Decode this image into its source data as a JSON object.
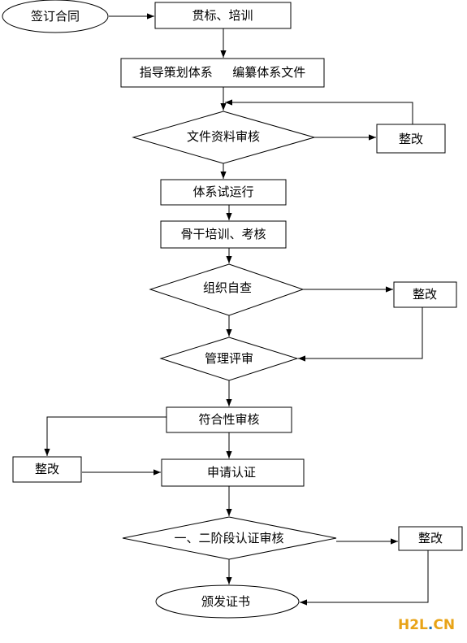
{
  "nodes": {
    "sign_contract": "签订合同",
    "implement_training": "贯标、培训",
    "guide_planning": "指导策划体系　  编纂体系文件",
    "document_review": "文件资料审核",
    "rectify_1": "整改",
    "trial_run": "体系试运行",
    "core_training": "骨干培训、考核",
    "self_inspection": "组织自查",
    "rectify_2": "整改",
    "management_review": "管理评审",
    "conformity_review": "符合性审核",
    "rectify_3": "整改",
    "apply_certification": "申请认证",
    "stage_audit": "一、二阶段认证审核",
    "rectify_4": "整改",
    "issue_certificate": "颁发证书"
  },
  "watermark": {
    "prefix": "H2L",
    "dot": ".",
    "suffix": "CN",
    "color_main": "#e8a317",
    "color_dot": "#1a6fb5"
  }
}
